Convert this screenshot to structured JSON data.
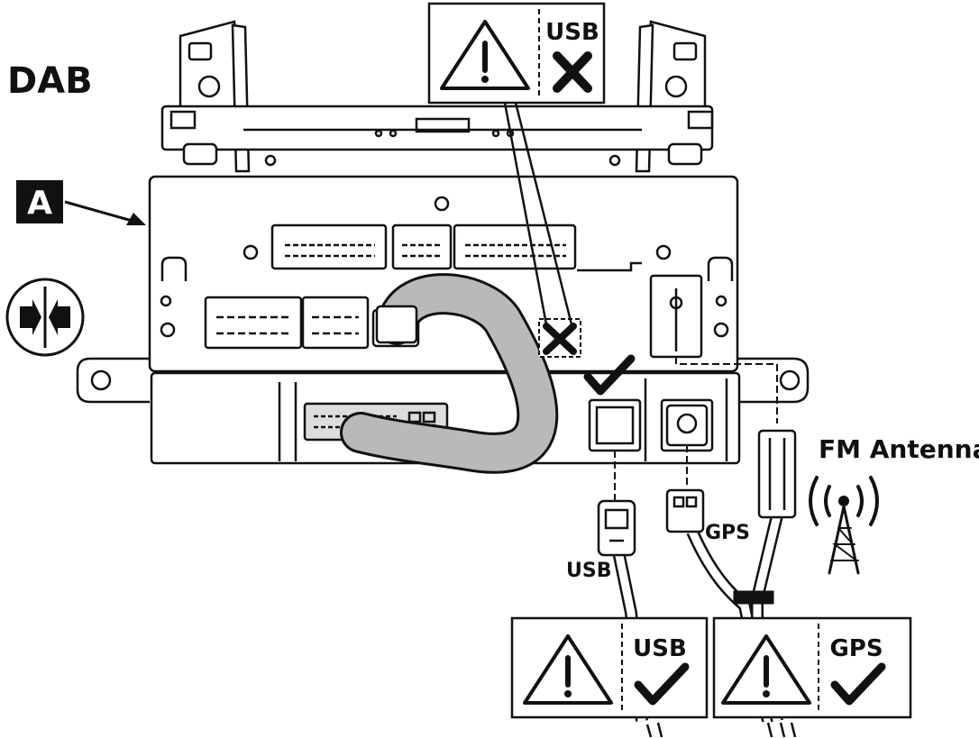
{
  "title": "DAB",
  "part_label": "A",
  "top_warning": {
    "text": "USB",
    "status_icon": "cross-icon"
  },
  "connectors": {
    "usb": "USB",
    "gps": "GPS"
  },
  "antenna": {
    "label": "FM Antenna",
    "icon": "radio-tower-icon"
  },
  "bottom_warnings": [
    {
      "text": "USB",
      "status_icon": "check-icon"
    },
    {
      "text": "GPS",
      "status_icon": "check-icon"
    }
  ],
  "colors": {
    "ink": "#111111",
    "harness": "#b9b9b9",
    "paper": "#ffffff"
  }
}
